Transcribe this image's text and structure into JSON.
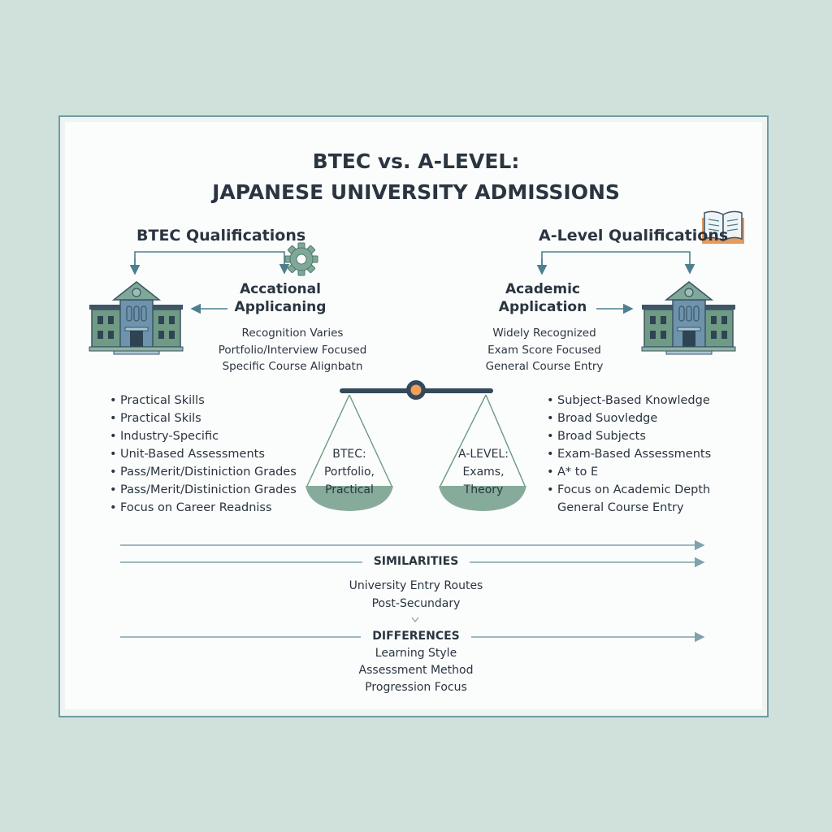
{
  "title": {
    "line1": "BTEC vs. A-LEVEL:",
    "line2": "JAPANESE UNIVERSITY ADMISSIONS"
  },
  "btec": {
    "heading": "BTEC Qualifications",
    "application": [
      "Accational",
      "Applicaning"
    ],
    "notes": [
      "Recognition Varies",
      "Portfolio/Interview Focused",
      "Specific Course Alignbatn"
    ],
    "features": [
      "Practical Skills",
      "Practical Skils",
      "Industry-Specific",
      "Unit-Based Assessments",
      "Pass/Merit/Distiniction Grades",
      "Pass/Merit/Distiniction Grades",
      "Focus on Career Readniss"
    ]
  },
  "alevel": {
    "heading": "A-Level Qualifications",
    "application": [
      "Academic",
      "Application"
    ],
    "notes": [
      "Widely Recognized",
      "Exam Score Focused",
      "General Course Entry"
    ],
    "features": [
      "Subject-Based Knowledge",
      "Broad Suovledge",
      "Broad Subjects",
      "Exam-Based Assessments",
      "A* to E",
      "Focus on Academic Depth"
    ],
    "features_extra": "General Course Entry"
  },
  "scale": {
    "left": [
      "BTEC:",
      "Portfolio,",
      "Practical"
    ],
    "right": [
      "A-LEVEL:",
      "Exams,",
      "Theory"
    ]
  },
  "similarities": {
    "label": "SIMILARITIES",
    "items": [
      "University Entry Routes",
      "Post-Secundary"
    ]
  },
  "differences": {
    "label": "DIFFERENCES",
    "items": [
      "Learning Style",
      "Assessment Method",
      "Progression Focus"
    ]
  },
  "colors": {
    "accent": "#4d7f8e",
    "building_green": "#6f9a84",
    "building_blue": "#6d93ad",
    "pan": "#86ab9a",
    "pivot": "#f0a05a",
    "beam": "#34495a"
  }
}
